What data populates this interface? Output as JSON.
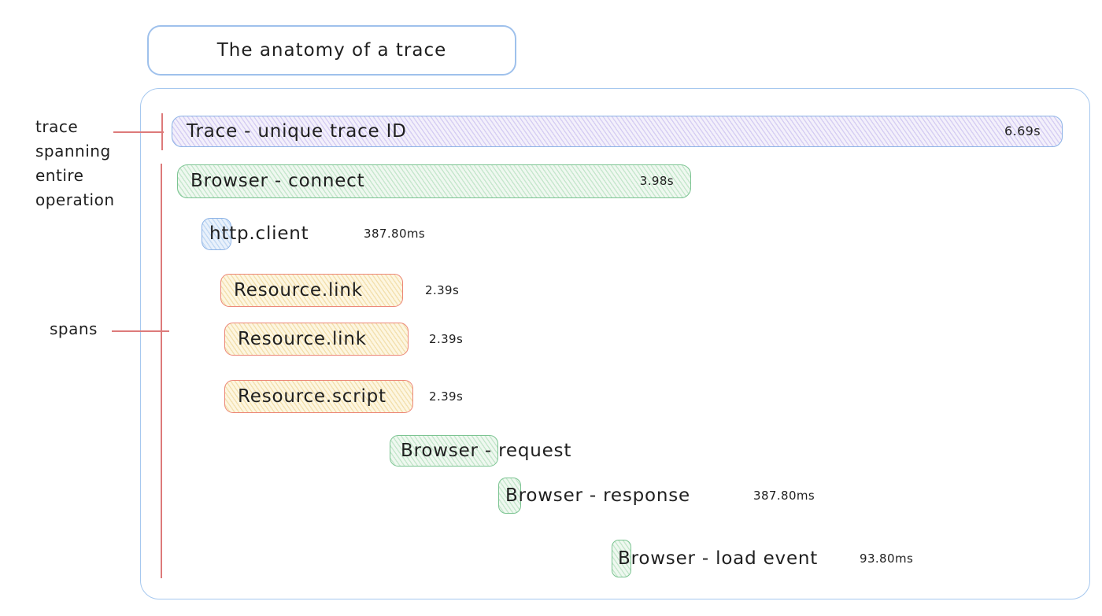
{
  "title": "The anatomy of a trace",
  "annotations": {
    "trace_pointer": {
      "lines": [
        "trace",
        "spanning",
        "entire",
        "operation"
      ]
    },
    "spans_pointer": {
      "label": "spans"
    }
  },
  "colors": {
    "container_border": "#a6c8ef",
    "blue_border": "#8db3e6",
    "green_border": "#7cc492",
    "salmon_border": "#ec8677",
    "violet_fill": "#f3f0fb",
    "green_fill": "#eff8f0",
    "blue_fill": "#e9f1fb",
    "yellow_fill": "#fdf6e1",
    "annotation_line": "#dd7a7a",
    "text": "#1f1f1f"
  },
  "spans": [
    {
      "name": "trace",
      "label": "Trace - unique trace ID",
      "duration": "6.69s",
      "color": "violet"
    },
    {
      "name": "browser-connect",
      "label": "Browser - connect",
      "duration": "3.98s",
      "color": "green"
    },
    {
      "name": "http-client",
      "label": "http.client",
      "duration": "387.80ms",
      "color": "blue"
    },
    {
      "name": "resource-link-1",
      "label": "Resource.link",
      "duration": "2.39s",
      "color": "yellow"
    },
    {
      "name": "resource-link-2",
      "label": "Resource.link",
      "duration": "2.39s",
      "color": "yellow"
    },
    {
      "name": "resource-script",
      "label": "Resource.script",
      "duration": "2.39s",
      "color": "yellow"
    },
    {
      "name": "browser-request",
      "label": "Browser - request",
      "duration": "",
      "color": "green"
    },
    {
      "name": "browser-response",
      "label": "Browser - response",
      "duration": "387.80ms",
      "color": "green"
    },
    {
      "name": "browser-load-event",
      "label": "Browser - load event",
      "duration": "93.80ms",
      "color": "green"
    }
  ]
}
